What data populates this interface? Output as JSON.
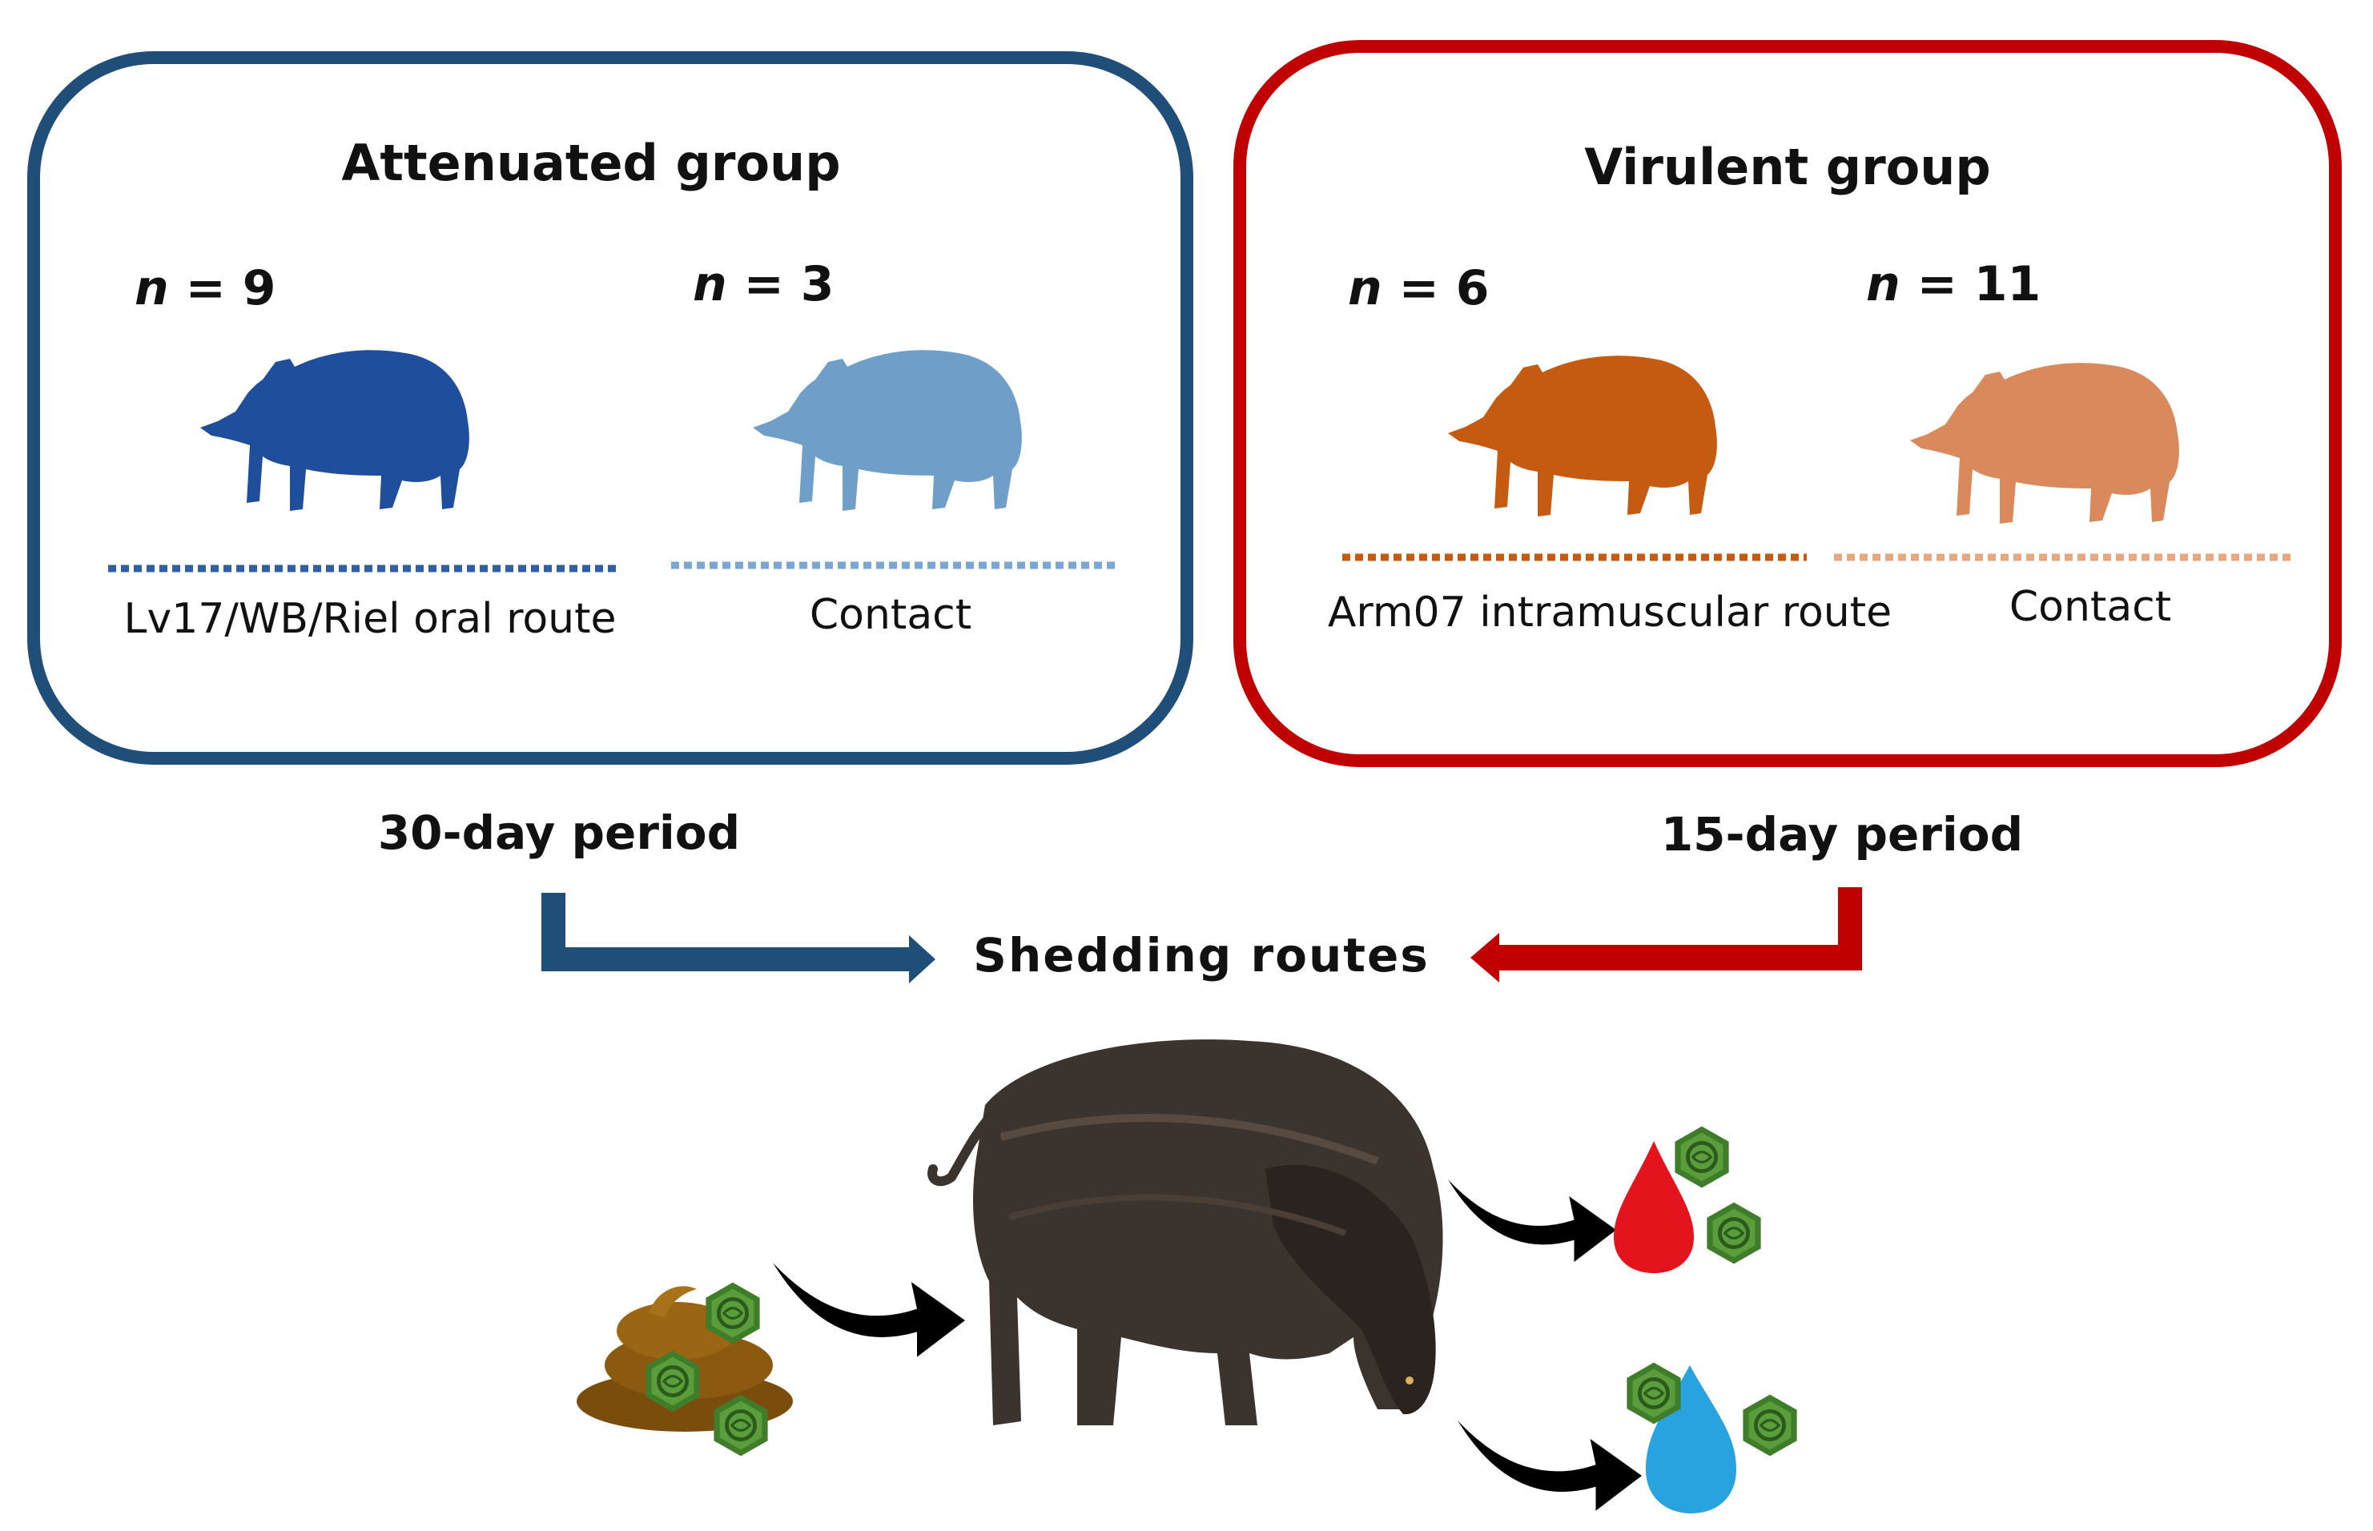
{
  "attenuated": {
    "title": "Attenuated group",
    "inoculated": {
      "n_var": "n",
      "n_rest": " = 9",
      "label": "Lv17/WB/Riel oral route"
    },
    "contact": {
      "n_var": "n",
      "n_rest": " = 3",
      "label": "Contact"
    },
    "period": "30-day period"
  },
  "virulent": {
    "title": "Virulent group",
    "inoculated": {
      "n_var": "n",
      "n_rest": " = 6",
      "label": "Arm07 intramuscular route"
    },
    "contact": {
      "n_var": "n",
      "n_rest": " = 11",
      "label": "Contact"
    },
    "period": "15-day period"
  },
  "shedding": {
    "label": "Shedding routes"
  },
  "colors": {
    "attenuated_frame": "#1f4e79",
    "virulent_frame": "#c00000",
    "attenuated_inoculated": "#1f4e9c",
    "attenuated_contact": "#6f9fc9",
    "virulent_inoculated": "#c55a11",
    "virulent_contact": "#d9895b",
    "virus_particle": "#5a9e3c",
    "feces": "#8b5a10",
    "blood": "#e3141b",
    "urine": "#29a3e0",
    "boar_photo": "#3b332d"
  },
  "icons": [
    "boar-silhouette-icon",
    "wild-boar-photo",
    "feces-icon",
    "blood-drop-icon",
    "urine-drop-icon",
    "virus-particle-icon",
    "curved-arrow-icon"
  ]
}
